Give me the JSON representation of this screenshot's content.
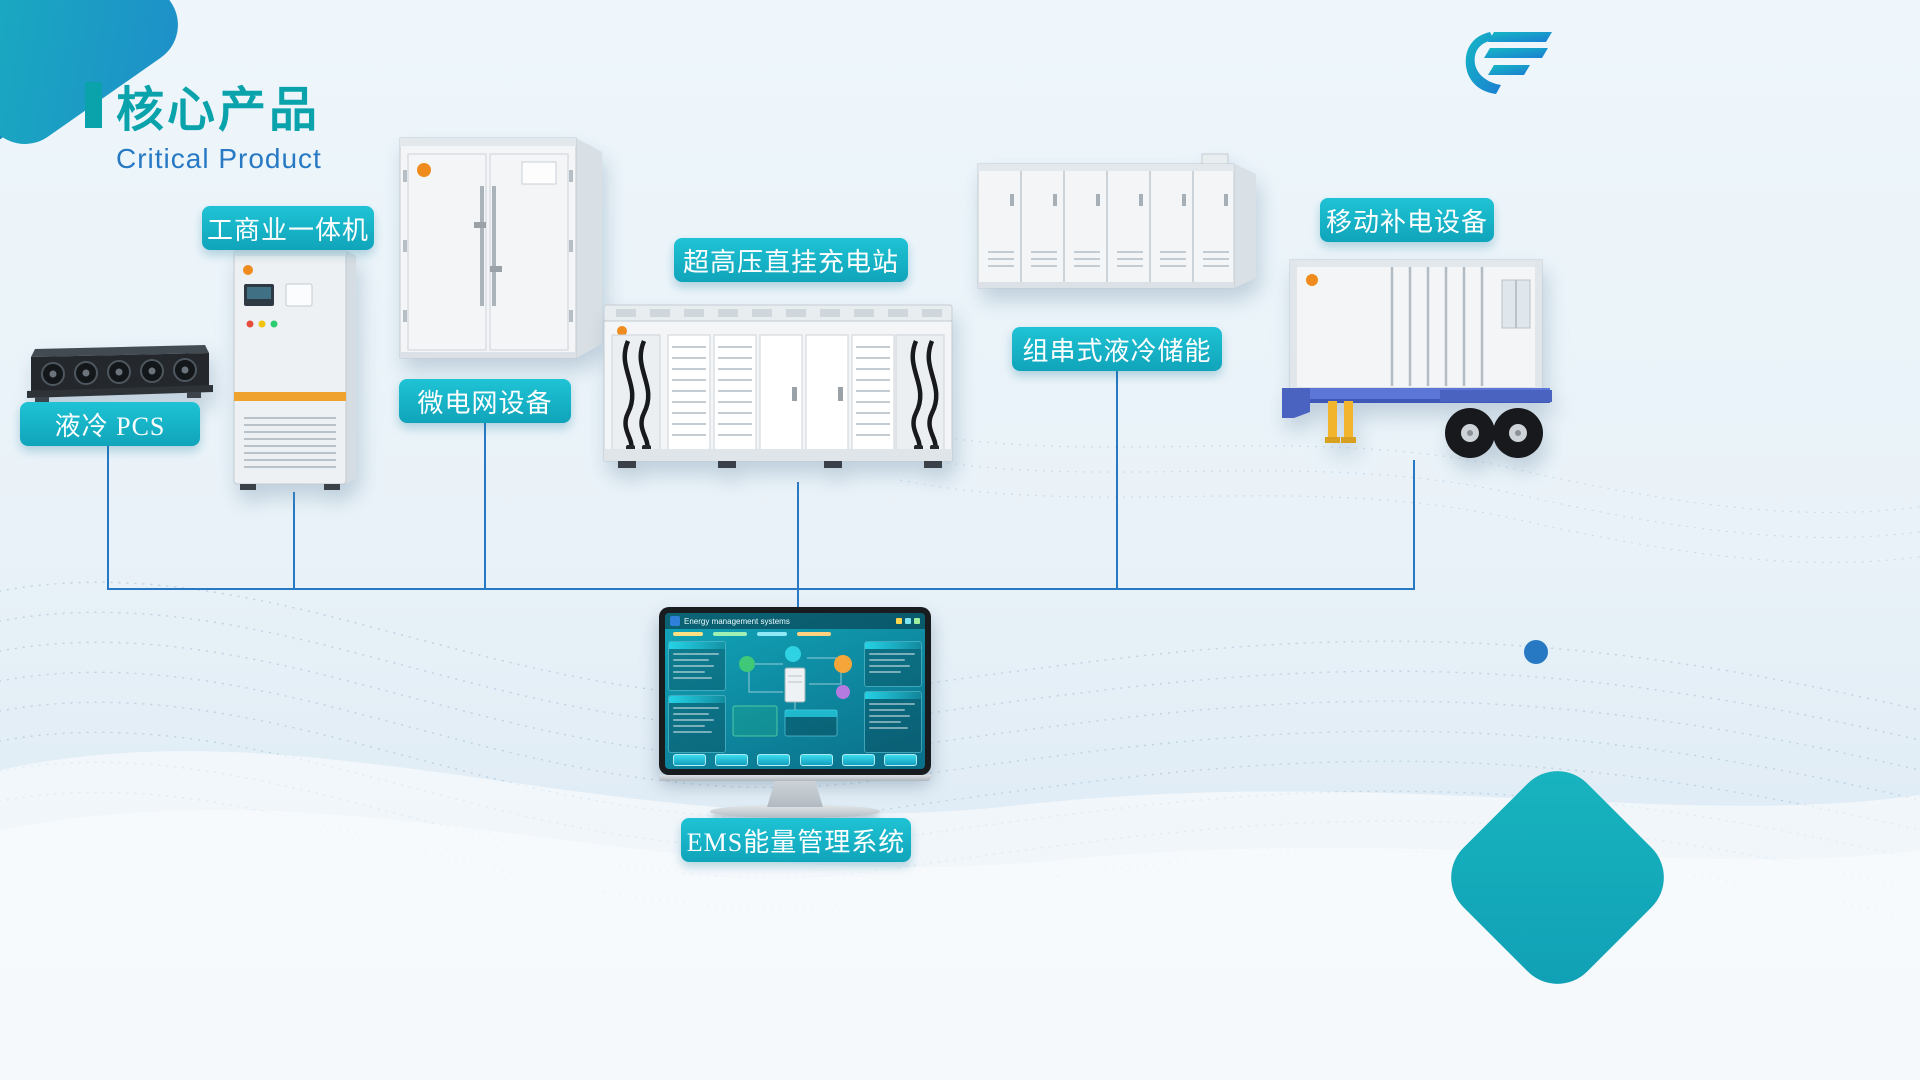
{
  "header": {
    "title": "核心产品",
    "subtitle": "Critical Product"
  },
  "products": [
    {
      "key": "liquid-cooled-pcs",
      "label": "液冷 PCS"
    },
    {
      "key": "commercial-all-in-one",
      "label": "工商业一体机"
    },
    {
      "key": "microgrid-equipment",
      "label": "微电网设备"
    },
    {
      "key": "uhv-charging-station",
      "label": "超高压直挂充电站"
    },
    {
      "key": "string-liquid-cooled-storage",
      "label": "组串式液冷储能"
    },
    {
      "key": "mobile-power-equipment",
      "label": "移动补电设备"
    },
    {
      "key": "ems-system",
      "label": "EMS能量管理系统"
    }
  ],
  "ems_screen": {
    "title": "Energy management systems"
  },
  "colors": {
    "accent-teal": "#0aa3ac",
    "accent-blue": "#2779c4",
    "pill-top": "#1fc3d5",
    "pill-bottom": "#10a4ba",
    "line": "#2779c4",
    "bg-top": "#eef6fb",
    "bg-bottom": "#d8e7f3"
  }
}
